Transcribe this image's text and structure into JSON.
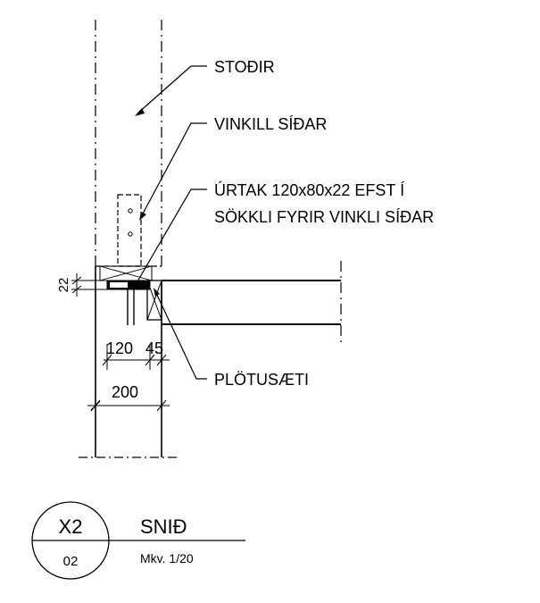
{
  "labels": {
    "stodir": "STOÐIR",
    "vinkill": "VINKILL SÍÐAR",
    "urtak_line1": "ÚRTAK 120x80x22 EFST Í",
    "urtak_line2": "SÖKKLI FYRIR VINKLI SÍÐAR",
    "plotusaeti": "PLÖTUSÆTI"
  },
  "dimensions": {
    "d22": "22",
    "d120": "120",
    "d45": "45",
    "d200": "200"
  },
  "title_block": {
    "detail_number": "X2",
    "sheet_number": "02",
    "title": "SNIÐ",
    "scale": "Mkv. 1/20"
  }
}
